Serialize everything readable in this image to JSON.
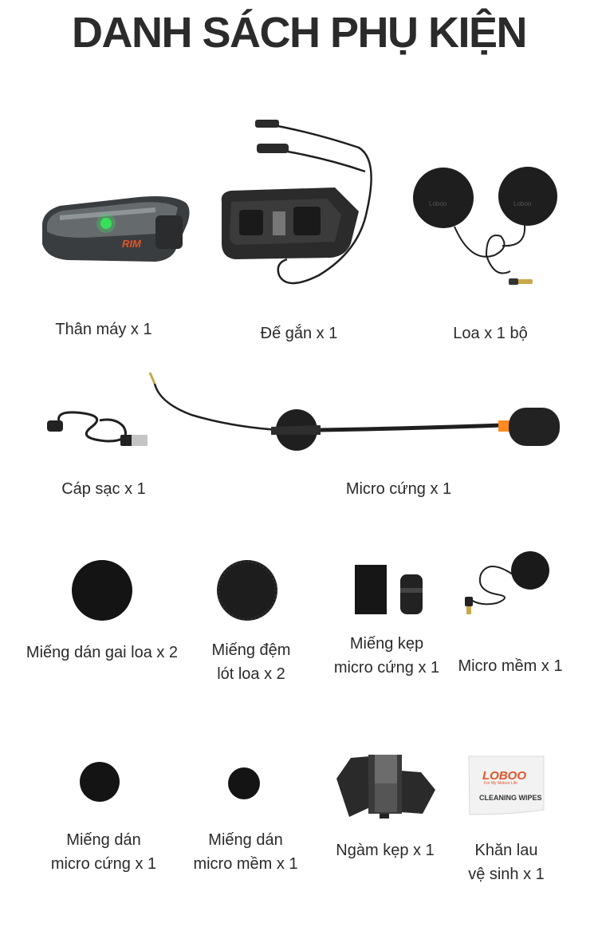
{
  "title": "DANH SÁCH PHỤ KIỆN",
  "items": [
    {
      "lines": [
        "Thân máy x 1"
      ],
      "icon": "intercom-device-icon"
    },
    {
      "lines": [
        "Đế gắn x 1"
      ],
      "icon": "mount-base-icon"
    },
    {
      "lines": [
        "Loa x 1 bộ"
      ],
      "icon": "speakers-icon"
    },
    {
      "lines": [
        "Cáp sạc x 1"
      ],
      "icon": "charging-cable-icon"
    },
    {
      "lines": [
        "Micro cứng x 1"
      ],
      "icon": "boom-microphone-icon"
    },
    {
      "lines": [
        "Miếng dán gai loa x 2"
      ],
      "icon": "velcro-pad-icon"
    },
    {
      "lines": [
        "Miếng đệm",
        "lót loa x 2"
      ],
      "icon": "speaker-cushion-icon"
    },
    {
      "lines": [
        "Miếng kẹp",
        "micro cứng x 1"
      ],
      "icon": "mic-clip-icon"
    },
    {
      "lines": [
        "Micro mềm x 1"
      ],
      "icon": "wired-microphone-icon"
    },
    {
      "lines": [
        "Miếng dán",
        "micro cứng x 1"
      ],
      "icon": "boom-mic-sticker-icon"
    },
    {
      "lines": [
        "Miếng dán",
        "micro mềm x 1"
      ],
      "icon": "wired-mic-sticker-icon"
    },
    {
      "lines": [
        "Ngàm kẹp x 1"
      ],
      "icon": "clamp-mount-icon"
    },
    {
      "lines": [
        "Khăn lau",
        "vệ sinh x 1"
      ],
      "icon": "cleaning-wipe-icon"
    }
  ],
  "wipes": {
    "brand": "LOBOO",
    "tagline": "For My Motour Life",
    "label": "CLEANING WIPES"
  },
  "device": {
    "logo": "RIM"
  },
  "colors": {
    "accent_green": "#39e05a",
    "mic_orange": "#ff8a1e",
    "title": "#2b2b2b"
  }
}
